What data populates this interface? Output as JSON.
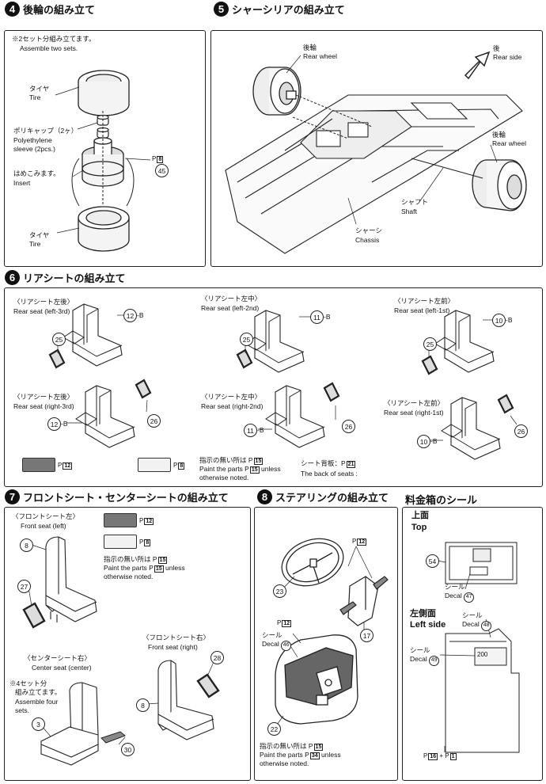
{
  "step4": {
    "number": "4",
    "title": "後輪の組み立て",
    "note_jp": "※2セット分組み立てます。",
    "note_en": "Assemble two sets.",
    "tire_top_jp": "タイヤ",
    "tire_top_en": "Tire",
    "polycap_jp": "ポリキャップ（2ヶ）",
    "polycap_en1": "Polyethylene",
    "polycap_en2": "sleeve (2pcs.)",
    "insert_jp": "はめこみます。",
    "insert_en": "Insert",
    "paint_ref": "P",
    "paint_ref_num": "8",
    "part_num": "45",
    "tire_bottom_jp": "タイヤ",
    "tire_bottom_en": "Tire"
  },
  "step5": {
    "number": "5",
    "title": "シャーシリアの組み立て",
    "rear_wheel_left_jp": "後輪",
    "rear_wheel_left_en": "Rear wheel",
    "rear_side_jp": "後",
    "rear_side_en": "Rear side",
    "rear_wheel_right_jp": "後輪",
    "rear_wheel_right_en": "Rear wheel",
    "shaft_jp": "シャフト",
    "shaft_en": "Shaft",
    "chassis_jp": "シャーシ",
    "chassis_en": "Chassis"
  },
  "step6": {
    "number": "6",
    "title": "リアシートの組み立て",
    "seats": [
      {
        "jp": "〈リアシート左後〉",
        "en": "Rear seat (left-3rd)",
        "part": "12",
        "suffix": "-B",
        "frame": "25"
      },
      {
        "jp": "〈リアシート左中〉",
        "en": "Rear seat (left-2nd)",
        "part": "11",
        "suffix": "-B",
        "frame": "25"
      },
      {
        "jp": "〈リアシート左前〉",
        "en": "Rear seat (left-1st)",
        "part": "10",
        "suffix": "-B",
        "frame": "25"
      },
      {
        "jp": "〈リアシート左後〉",
        "en": "Rear seat (right-3rd)",
        "part": "12",
        "suffix": "-B",
        "frame": "26"
      },
      {
        "jp": "〈リアシート左中〉",
        "en": "Rear seat (right-2nd)",
        "part": "11",
        "suffix": "-B",
        "frame": "26"
      },
      {
        "jp": "〈リアシート左前〉",
        "en": "Rear seat (right-1st)",
        "part": "10",
        "suffix": "-B",
        "frame": "26"
      }
    ],
    "swatch_dark_ref": "12",
    "swatch_light_ref": "8",
    "paint_note_jp": "指示の無い所は P",
    "paint_note_jp_num": "15",
    "paint_note_en1": "Paint the parts P",
    "paint_note_en1_num": "15",
    "paint_note_en1_tail": " unless",
    "paint_note_en2": "otherwise noted.",
    "back_jp": "シート背板：P",
    "back_jp_num": "21",
    "back_en": "The back of seats :",
    "dark_color": "#777777",
    "light_color": "#f2f2f2"
  },
  "step7": {
    "number": "7",
    "title": "フロントシート・センターシートの組み立て",
    "front_left_jp": "〈フロントシート左〉",
    "front_left_en": "Front seat (left)",
    "swatch_dark_ref": "12",
    "swatch_light_ref": "8",
    "paint_note_jp": "指示の無い所は P",
    "paint_note_jp_num": "15",
    "paint_note_en1": "Paint the parts P",
    "paint_note_en1_num": "15",
    "paint_note_en1_tail": " unless",
    "paint_note_en2": "otherwise noted.",
    "part_8": "8",
    "part_27": "27",
    "front_right_jp": "〈フロントシート右〉",
    "front_right_en": "Front seat (right)",
    "part_28": "28",
    "part_8b": "8",
    "center_jp": "〈センターシート右〉",
    "center_en": "Center seat (center)",
    "center_note_jp1": "※4セット分",
    "center_note_jp2": "組み立てます。",
    "center_note_en1": "Assemble four",
    "center_note_en2": "sets.",
    "part_3": "3",
    "part_30": "30"
  },
  "step8": {
    "number": "8",
    "title": "ステアリングの組み立て",
    "ref_top": "12",
    "part_23": "23",
    "part_17": "17",
    "ref_left": "12",
    "decal_jp": "シール",
    "decal_en": "Decal",
    "decal_num": "46",
    "part_22": "22",
    "paint_note_jp": "指示の無い所は P",
    "paint_note_jp_num": "15",
    "paint_note_en1": "Paint the parts P",
    "paint_note_en1_num": "34",
    "paint_note_en1_tail": " unless",
    "paint_note_en2": "otherwise noted."
  },
  "fare": {
    "title": "料金箱のシール",
    "top_jp": "上面",
    "top_en": "Top",
    "part_54": "54",
    "decal_jp": "シール",
    "decal_en": "Decal",
    "decal_num_top": "47",
    "left_jp": "左側面",
    "left_en": "Left side",
    "decal_num_side1": "48",
    "decal_num_side2": "49",
    "small_print": "200",
    "bottom_ref_a": "16",
    "bottom_ref_b": "1",
    "plus": "+"
  }
}
